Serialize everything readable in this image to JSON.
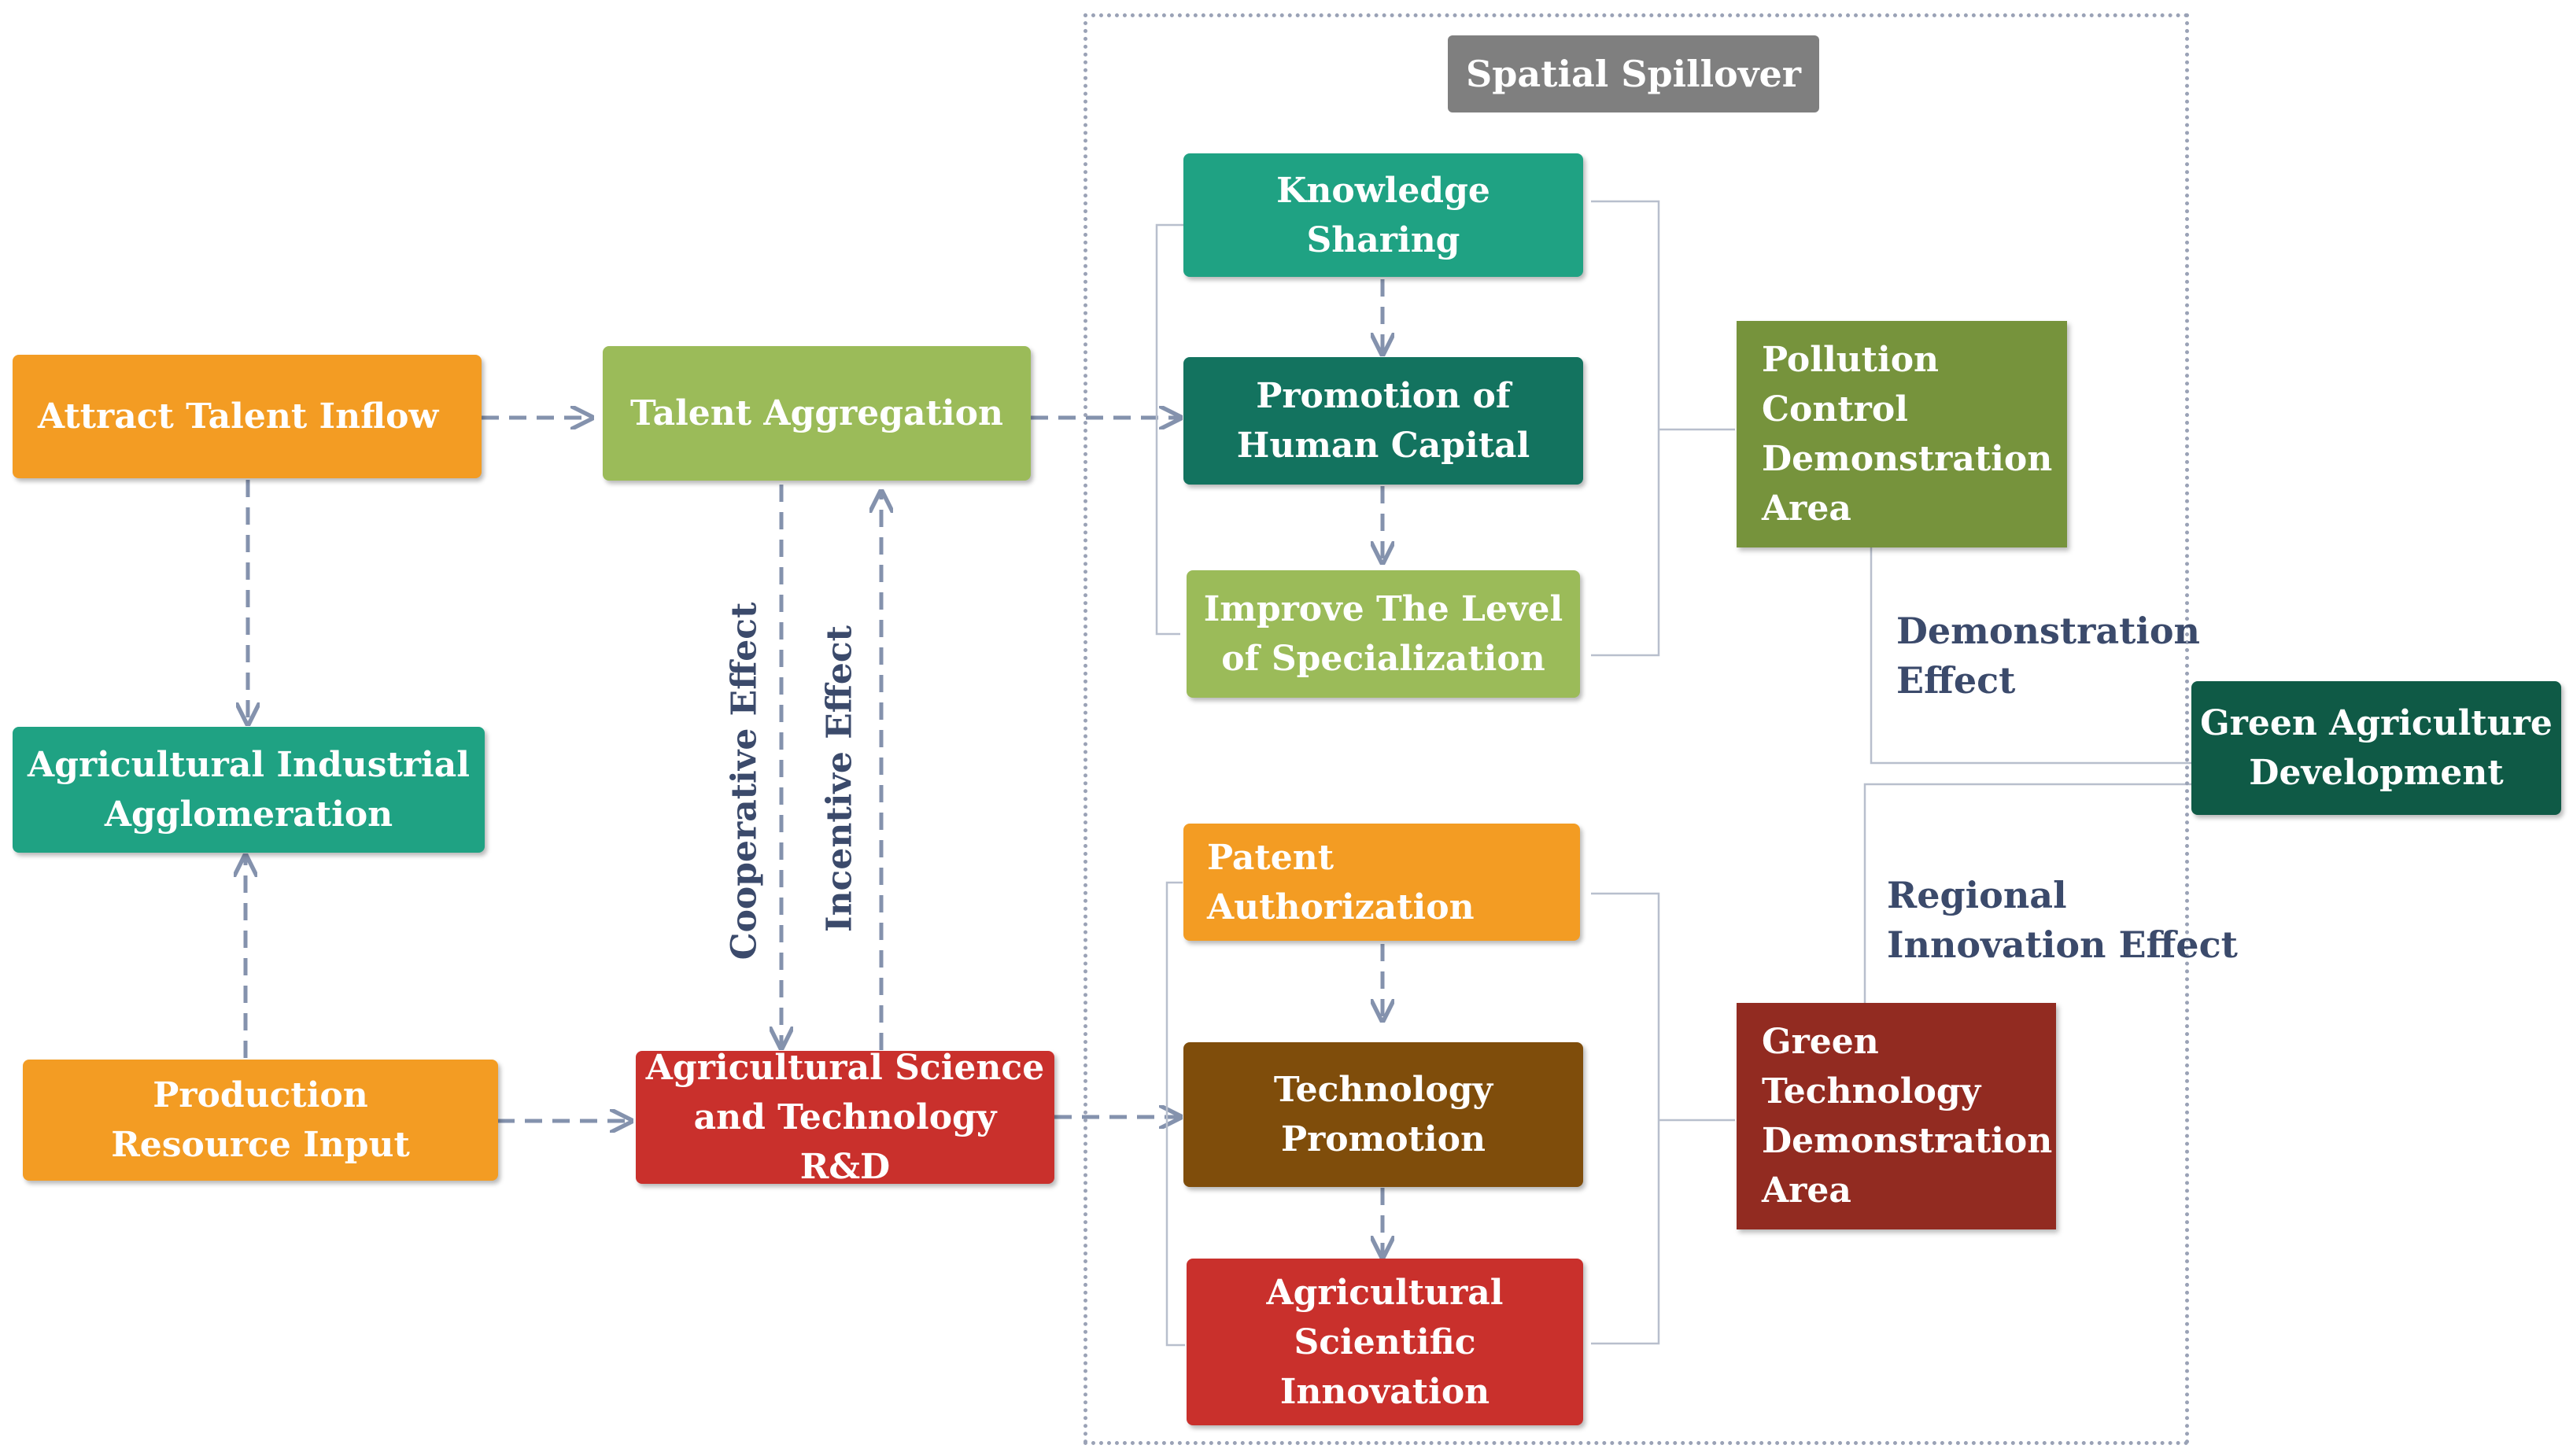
{
  "region": {
    "title": "Spatial Spillover"
  },
  "nodes": {
    "attract_talent": {
      "label": "Attract Talent Inflow",
      "color": "#f39c23"
    },
    "industrial_agglomeration": {
      "label": "Agricultural Industrial\nAgglomeration",
      "color": "#1fa283"
    },
    "production_input": {
      "label": "Production\nResource Input",
      "color": "#f39c23"
    },
    "talent_aggregation": {
      "label": "Talent Aggregation",
      "color": "#9bbb59"
    },
    "science_rd": {
      "label": "Agricultural Science\nand Technology R&D",
      "color": "#c9302c"
    },
    "knowledge_sharing": {
      "label": "Knowledge\nSharing",
      "color": "#1fa283"
    },
    "human_capital": {
      "label": "Promotion of\nHuman Capital",
      "color": "#13735f"
    },
    "specialization": {
      "label": "Improve The Level\nof  Specialization",
      "color": "#9bbb59"
    },
    "patent": {
      "label": "Patent Authorization",
      "color": "#f39c23"
    },
    "tech_promotion": {
      "label": "Technology\nPromotion",
      "color": "#7f4d0b"
    },
    "scientific_innovation": {
      "label": "Agricultural\nScientific Innovation",
      "color": "#c9302c"
    },
    "pollution_area": {
      "label": "Pollution\nControl\nDemonstration\nArea",
      "color": "#76933c"
    },
    "green_tech_area": {
      "label": "Green\nTechnology\nDemonstration\nArea",
      "color": "#922b21"
    },
    "green_development": {
      "label": "Green Agriculture\nDevelopment",
      "color": "#0f5a46"
    }
  },
  "edge_labels": {
    "cooperative": "Cooperative Effect",
    "incentive": "Incentive Effect",
    "demonstration": "Demonstration\nEffect",
    "regional": "Regional\nInnovation Effect"
  }
}
